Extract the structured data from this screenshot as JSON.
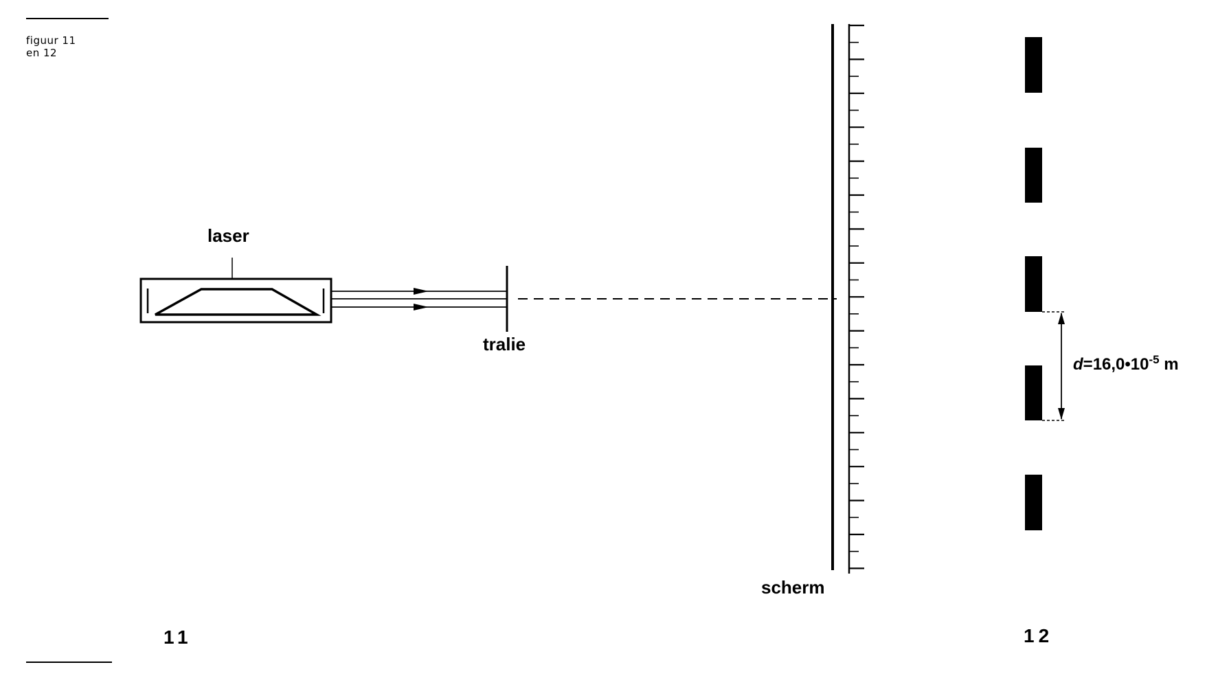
{
  "caption": {
    "line1": "figuur 11",
    "line2": "en 12"
  },
  "figure11": {
    "number": "11",
    "laser_label": "laser",
    "grating_label": "tralie",
    "screen_label": "scherm"
  },
  "figure12": {
    "number": "12",
    "distance_symbol": "d",
    "distance_value": "=16,0•10",
    "distance_exponent": "-5",
    "distance_unit": " m",
    "slit_count": 5
  }
}
